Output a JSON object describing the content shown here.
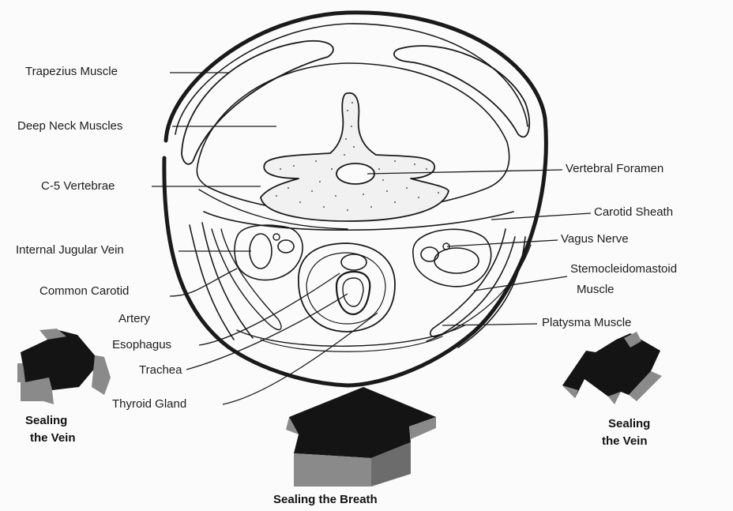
{
  "labels": {
    "trapezius": "Trapezius Muscle",
    "deep_neck": "Deep Neck Muscles",
    "c5": "C-5 Vertebrae",
    "ijv": "Internal Jugular Vein",
    "carotid_1": "Common Carotid",
    "carotid_2": "Artery",
    "esophagus": "Esophagus",
    "trachea": "Trachea",
    "thyroid": "Thyroid Gland",
    "vertebral_foramen": "Vertebral Foramen",
    "carotid_sheath": "Carotid Sheath",
    "vagus": "Vagus Nerve",
    "scm_1": "Stemocleidomastoid",
    "scm_2": "Muscle",
    "platysma": "Platysma Muscle"
  },
  "captions": {
    "left_1": "Sealing",
    "left_2": "the Vein",
    "right_1": "Sealing",
    "right_2": "the Vein",
    "bottom": "Sealing the Breath"
  },
  "colors": {
    "ink": "#1a1a1a",
    "arrow_dark": "#141414",
    "arrow_side": "#8a8a8a",
    "speckle": "#555555"
  }
}
